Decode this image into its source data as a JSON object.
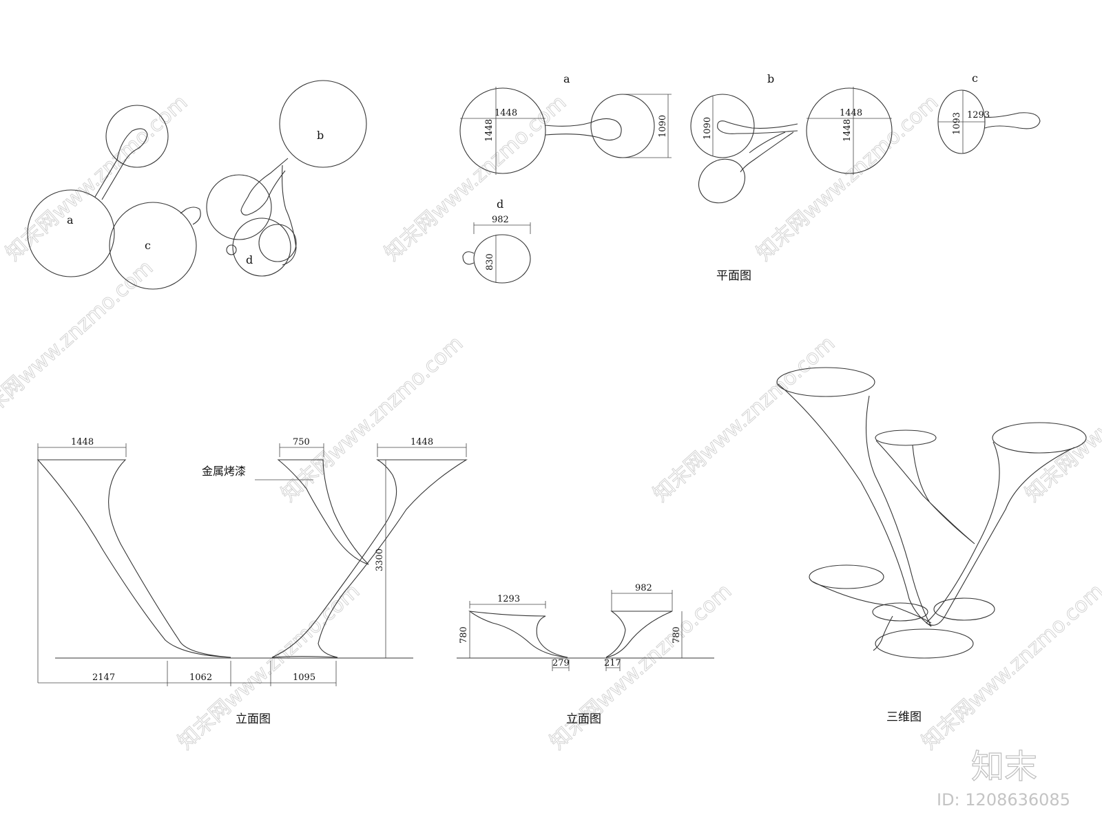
{
  "watermark": {
    "text": "知末网www.znzmo.com"
  },
  "plan_labels": {
    "sketch_a": "a",
    "sketch_b": "b",
    "sketch_c": "c",
    "sketch_d": "d",
    "view_a": "a",
    "view_b": "b",
    "view_c": "c",
    "view_d": "d"
  },
  "plan_dims": {
    "a_width": "1448",
    "a_height": "1448",
    "a_right": "1090",
    "b_left": "1090",
    "b_width": "1448",
    "b_height": "1448",
    "c_width": "1293",
    "c_height": "1093",
    "d_width": "982",
    "d_height": "830"
  },
  "elev1_dims": {
    "top_left": "1448",
    "top_mid": "750",
    "top_right": "1448",
    "height": "3300",
    "base_1": "2147",
    "base_2": "1062",
    "base_3": "1095"
  },
  "elev2_dims": {
    "top_left": "1293",
    "top_right": "982",
    "height_left": "780",
    "height_right": "780",
    "base_left": "279",
    "base_right": "217"
  },
  "annotation": {
    "material": "金属烤漆"
  },
  "captions": {
    "plan": "平面图",
    "elevation_1": "立面图",
    "elevation_2": "立面图",
    "view_3d": "三维图"
  },
  "brand": {
    "logo": "知末",
    "id": "ID: 1208636085"
  }
}
